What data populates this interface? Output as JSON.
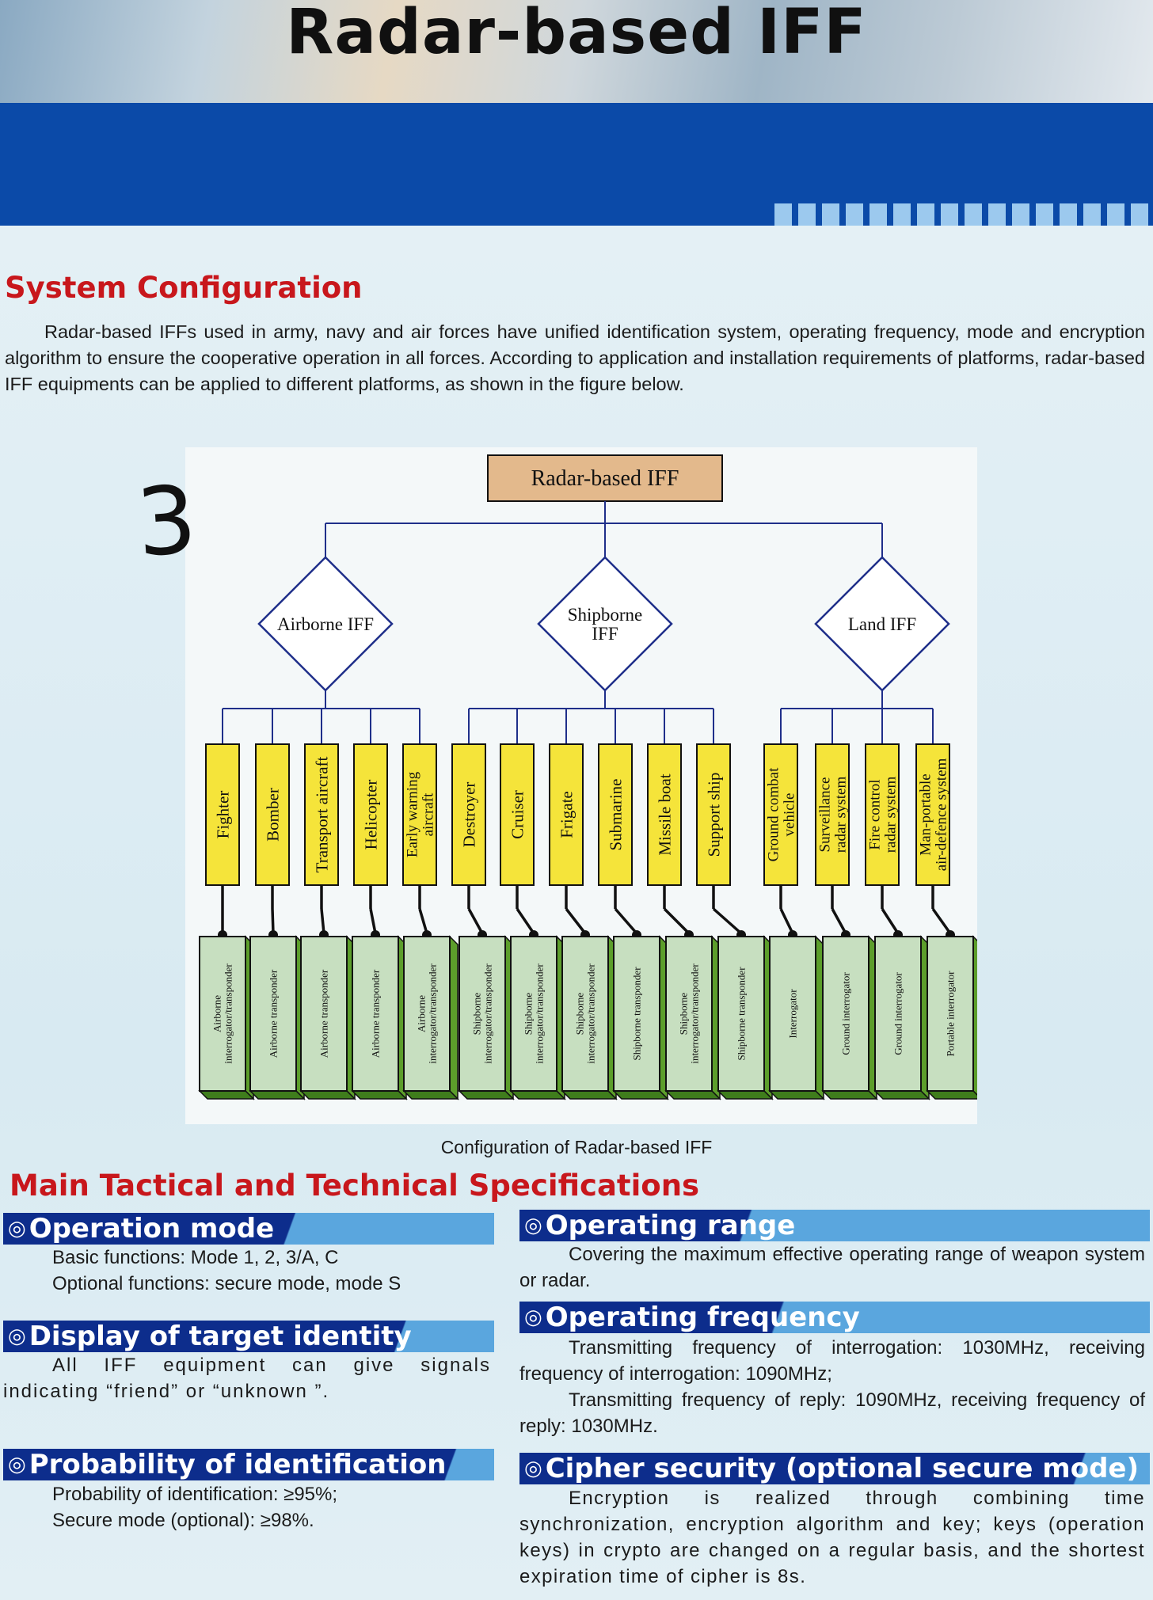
{
  "header": {
    "title": "Radar-based IFF"
  },
  "config": {
    "heading": "System Configuration",
    "paragraph": "Radar-based IFFs used in army, navy and air forces have unified identification system, operating frequency, mode and encryption algorithm to ensure the cooperative operation in all forces. According to application and installation requirements of platforms, radar-based IFF equipments can be applied to different platforms, as shown in the figure below."
  },
  "handwritten_note": "3",
  "diagram": {
    "root": "Radar-based IFF",
    "groups": [
      {
        "name_lines": [
          "Airborne IFF"
        ],
        "platforms": [
          {
            "lines": [
              "Fighter"
            ],
            "equipment": [
              "Airborne",
              "interrogator/transponder"
            ]
          },
          {
            "lines": [
              "Bomber"
            ],
            "equipment": [
              "Airborne transponder"
            ]
          },
          {
            "lines": [
              "Transport aircraft"
            ],
            "equipment": [
              "Airborne transponder"
            ]
          },
          {
            "lines": [
              "Helicopter"
            ],
            "equipment": [
              "Airborne transponder"
            ]
          },
          {
            "lines": [
              "Early warning",
              "aircraft"
            ],
            "equipment": [
              "Airborne",
              "interrogator/transponder"
            ]
          }
        ]
      },
      {
        "name_lines": [
          "Shipborne",
          "IFF"
        ],
        "platforms": [
          {
            "lines": [
              "Destroyer"
            ],
            "equipment": [
              "Shipborne",
              "interrogator/transponder"
            ]
          },
          {
            "lines": [
              "Cruiser"
            ],
            "equipment": [
              "Shipborne",
              "interrogator/transponder"
            ]
          },
          {
            "lines": [
              "Frigate"
            ],
            "equipment": [
              "Shipborne",
              "interrogator/transponder"
            ]
          },
          {
            "lines": [
              "Submarine"
            ],
            "equipment": [
              "Shipborne transponder"
            ]
          },
          {
            "lines": [
              "Missile boat"
            ],
            "equipment": [
              "Shipborne",
              "interrogator/transponder"
            ]
          },
          {
            "lines": [
              "Support ship"
            ],
            "equipment": [
              "Shipborne transponder"
            ]
          }
        ]
      },
      {
        "name_lines": [
          "Land IFF"
        ],
        "platforms": [
          {
            "lines": [
              "Ground combat",
              "vehicle"
            ],
            "equipment": [
              "Interrogator"
            ]
          },
          {
            "lines": [
              "Surveillance",
              "radar system"
            ],
            "equipment": [
              "Ground interrogator"
            ]
          },
          {
            "lines": [
              "Fire control",
              "radar system"
            ],
            "equipment": [
              "Ground interrogator"
            ]
          },
          {
            "lines": [
              "Man-portable",
              "air-defence system"
            ],
            "equipment": [
              "Portable interrogator"
            ]
          }
        ]
      }
    ],
    "colors": {
      "root_fill": "#e3b98c",
      "platform_fill": "#f5e43a",
      "equipment_fill": "#c7dfc0",
      "equipment_side": "#5c9e2b",
      "line": "#1f2f8a"
    }
  },
  "caption": "Configuration of Radar-based IFF",
  "specs": {
    "heading": "Main Tactical and Technical Specifications",
    "bullet": "◎",
    "operation_mode": {
      "title": "Operation mode",
      "line1": "Basic functions: Mode 1, 2, 3/A, C",
      "line2": "Optional functions: secure mode, mode S"
    },
    "display_identity": {
      "title": "Display of target identity",
      "text": "All IFF equipment can give signals indicating “friend” or “unknown ”."
    },
    "probability": {
      "title": "Probability of identification",
      "line1": "Probability of identification: ≥95%;",
      "line2": "Secure mode (optional): ≥98%."
    },
    "operating_range": {
      "title": "Operating range",
      "text": "Covering the maximum effective operating range of weapon system or radar."
    },
    "operating_frequency": {
      "title": "Operating frequency",
      "para1": "Transmitting frequency of interrogation: 1030MHz, receiving frequency of interrogation: 1090MHz;",
      "para2": "Transmitting frequency of reply: 1090MHz, receiving frequency of reply: 1030MHz."
    },
    "cipher_security": {
      "title": "Cipher security (optional secure mode)",
      "text": "Encryption is realized through combining time synchronization, encryption algorithm and key; keys (operation keys) in crypto are changed on a regular basis, and the shortest expiration time of cipher is 8s."
    },
    "colors": {
      "title_red": "#c8171c",
      "bar_dark": "#0d2d8c",
      "bar_light": "#5aa6de"
    }
  }
}
